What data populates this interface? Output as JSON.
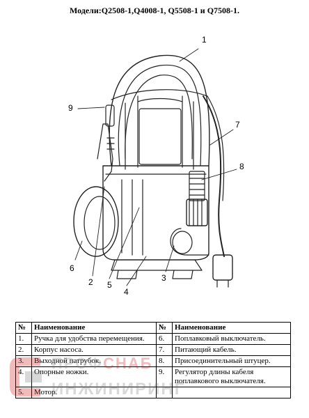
{
  "title": "Модели:Q2508-1,Q4008-1, Q5508-1 и Q7508-1.",
  "callouts": [
    "1",
    "9",
    "7",
    "8",
    "6",
    "2",
    "5",
    "4",
    "3"
  ],
  "table": {
    "headers": [
      "№",
      "Наименование",
      "№",
      "Наименование"
    ],
    "rows": [
      {
        "n1": "1.",
        "name1": "Ручка для удобства перемещения.",
        "n2": "6.",
        "name2": "Поплавковый выключатель."
      },
      {
        "n1": "2.",
        "name1": "Корпус насоса.",
        "n2": "7.",
        "name2": "Питающий кабель."
      },
      {
        "n1": "3.",
        "name1": "Выходной патрубок.",
        "n2": "8.",
        "name2": "Присоединительный штуцер."
      },
      {
        "n1": "4.",
        "name1": "Опорные ножки.",
        "n2": "9.",
        "name2": "Регулятор длины кабеля поплавкового выключателя."
      },
      {
        "n1": "5.",
        "name1": "Мотор.",
        "n2": "",
        "name2": ""
      }
    ]
  },
  "watermark": {
    "line1_gray": "ПРОФ",
    "line1_red": "СНАБ",
    "line2": "ИНЖИНИРИНГ",
    "colors": {
      "red": "#d01010",
      "gray": "#777777"
    }
  }
}
